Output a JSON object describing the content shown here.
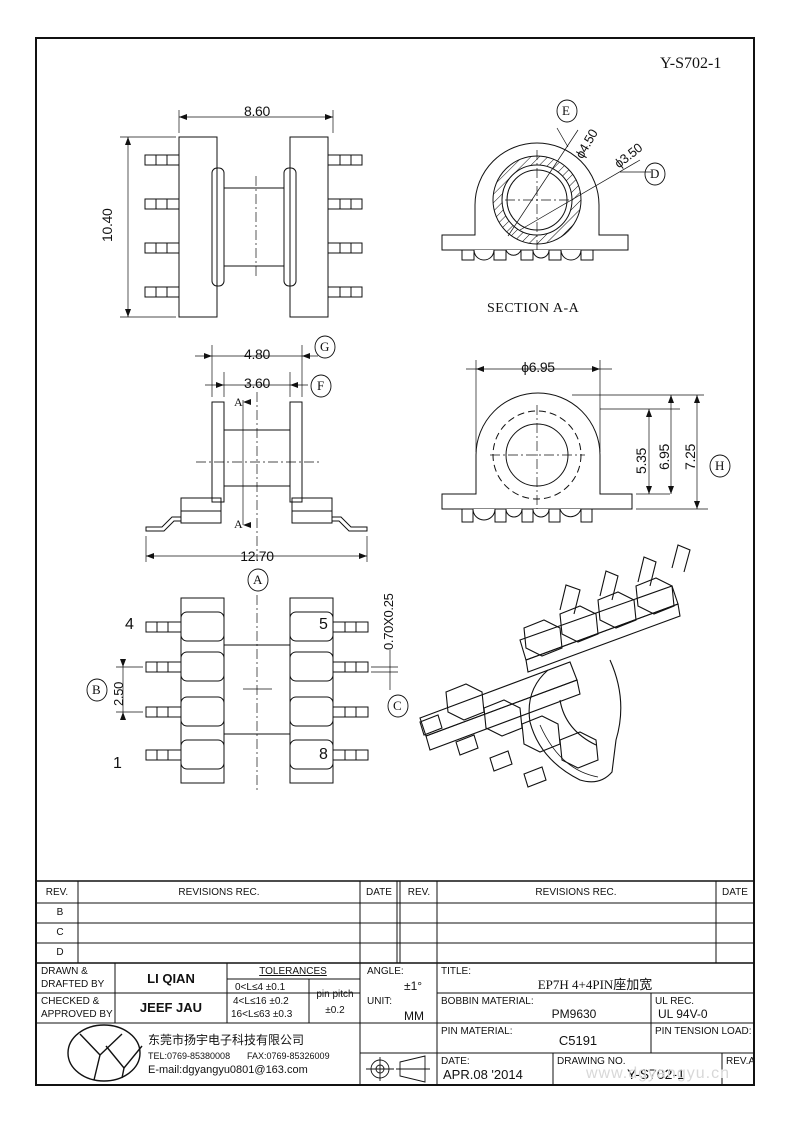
{
  "doc_code": "Y-S702-1",
  "drawing": {
    "dims": {
      "width_top": "8.60",
      "height_left": "10.40",
      "outer_width": "4.80",
      "inner_width": "3.60",
      "total_width": "12.70",
      "pitch": "2.50",
      "pin_size": "0.70X0.25",
      "dia_outer": "ϕ4.50",
      "dia_inner": "ϕ3.50",
      "flange_dia": "ϕ6.95",
      "h1": "5.35",
      "h2": "6.95",
      "h3": "7.25"
    },
    "balloons": {
      "A": "A",
      "B": "B",
      "C": "C",
      "D": "D",
      "E": "E",
      "F": "F",
      "G": "G",
      "H": "H"
    },
    "section_marker": "A",
    "section_title": "SECTION A-A",
    "pin_numbers": {
      "p1": "1",
      "p4": "4",
      "p5": "5",
      "p8": "8"
    }
  },
  "revisions": {
    "headers": {
      "rev": "REV.",
      "rec": "REVISIONS    REC.",
      "date": "DATE"
    },
    "rows": [
      "B",
      "C",
      "D"
    ]
  },
  "title_block": {
    "drawn_label_1": "DRAWN  &",
    "drawn_label_2": "DRAFTED  BY",
    "drawn_name": "LI QIAN",
    "checked_label_1": "CHECKED  &",
    "checked_label_2": "APPROVED  BY",
    "checked_name": "JEEF JAU",
    "tolerances_label": "TOLERANCES",
    "tol_rows": [
      "0<L≤4    ±0.1",
      "4<L≤16  ±0.2",
      "16<L≤63 ±0.3"
    ],
    "pin_pitch_label": "pin  pitch",
    "pin_pitch_value": "±0.2",
    "angle_label": "ANGLE:",
    "angle_value": "±1°",
    "unit_label": "UNIT:",
    "unit_value": "MM",
    "title_label": "TITLE:",
    "title_value": "EP7H 4+4PIN座加宽",
    "bobbin_label": "BOBBIN  MATERIAL:",
    "bobbin_value": "PM9630",
    "ul_label": "UL  REC.",
    "ul_value": "UL  94V-0",
    "pin_mat_label": "PIN  MATERIAL:",
    "pin_mat_value": "C5191",
    "pin_tension_label": "PIN  TENSION  LOAD:",
    "date_label": "DATE:",
    "date_value": "APR.08  '2014",
    "drawing_no_label": "DRAWING  NO.",
    "drawing_no_value": "Y-S702-1",
    "rev_label": "REV.A",
    "company_name": "东莞市扬宇电子科技有限公司",
    "tel": "TEL:0769-85380008",
    "fax": "FAX:0769-85326009",
    "email": "E-mail:dgyangyu0801@163.com",
    "watermark": "www.dgyangyu.cn"
  }
}
